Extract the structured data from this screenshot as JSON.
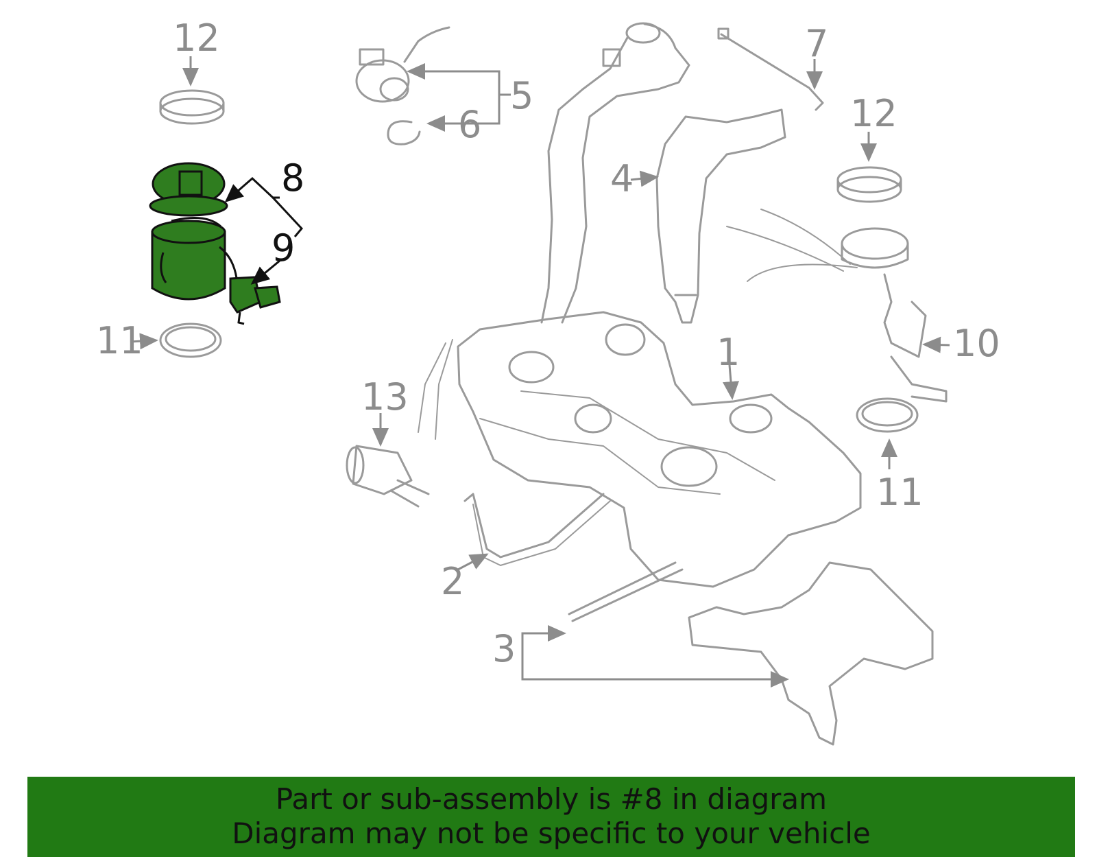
{
  "colors": {
    "highlight_fill": "#2f7d1f",
    "highlight_stroke": "#111111",
    "part_stroke": "#9a9a9a",
    "callout_gray": "#8c8c8c",
    "banner_bg": "#217a14",
    "banner_text": "#111111"
  },
  "callouts": {
    "c1": "1",
    "c2": "2",
    "c3": "3",
    "c4": "4",
    "c5": "5",
    "c6": "6",
    "c7": "7",
    "c8": "8",
    "c9": "9",
    "c10": "10",
    "c11a": "11",
    "c11b": "11",
    "c12a": "12",
    "c12b": "12",
    "c13": "13"
  },
  "banner": {
    "line1": "Part or sub-assembly is #8 in diagram",
    "line2": "Diagram may not be specific to your vehicle"
  }
}
